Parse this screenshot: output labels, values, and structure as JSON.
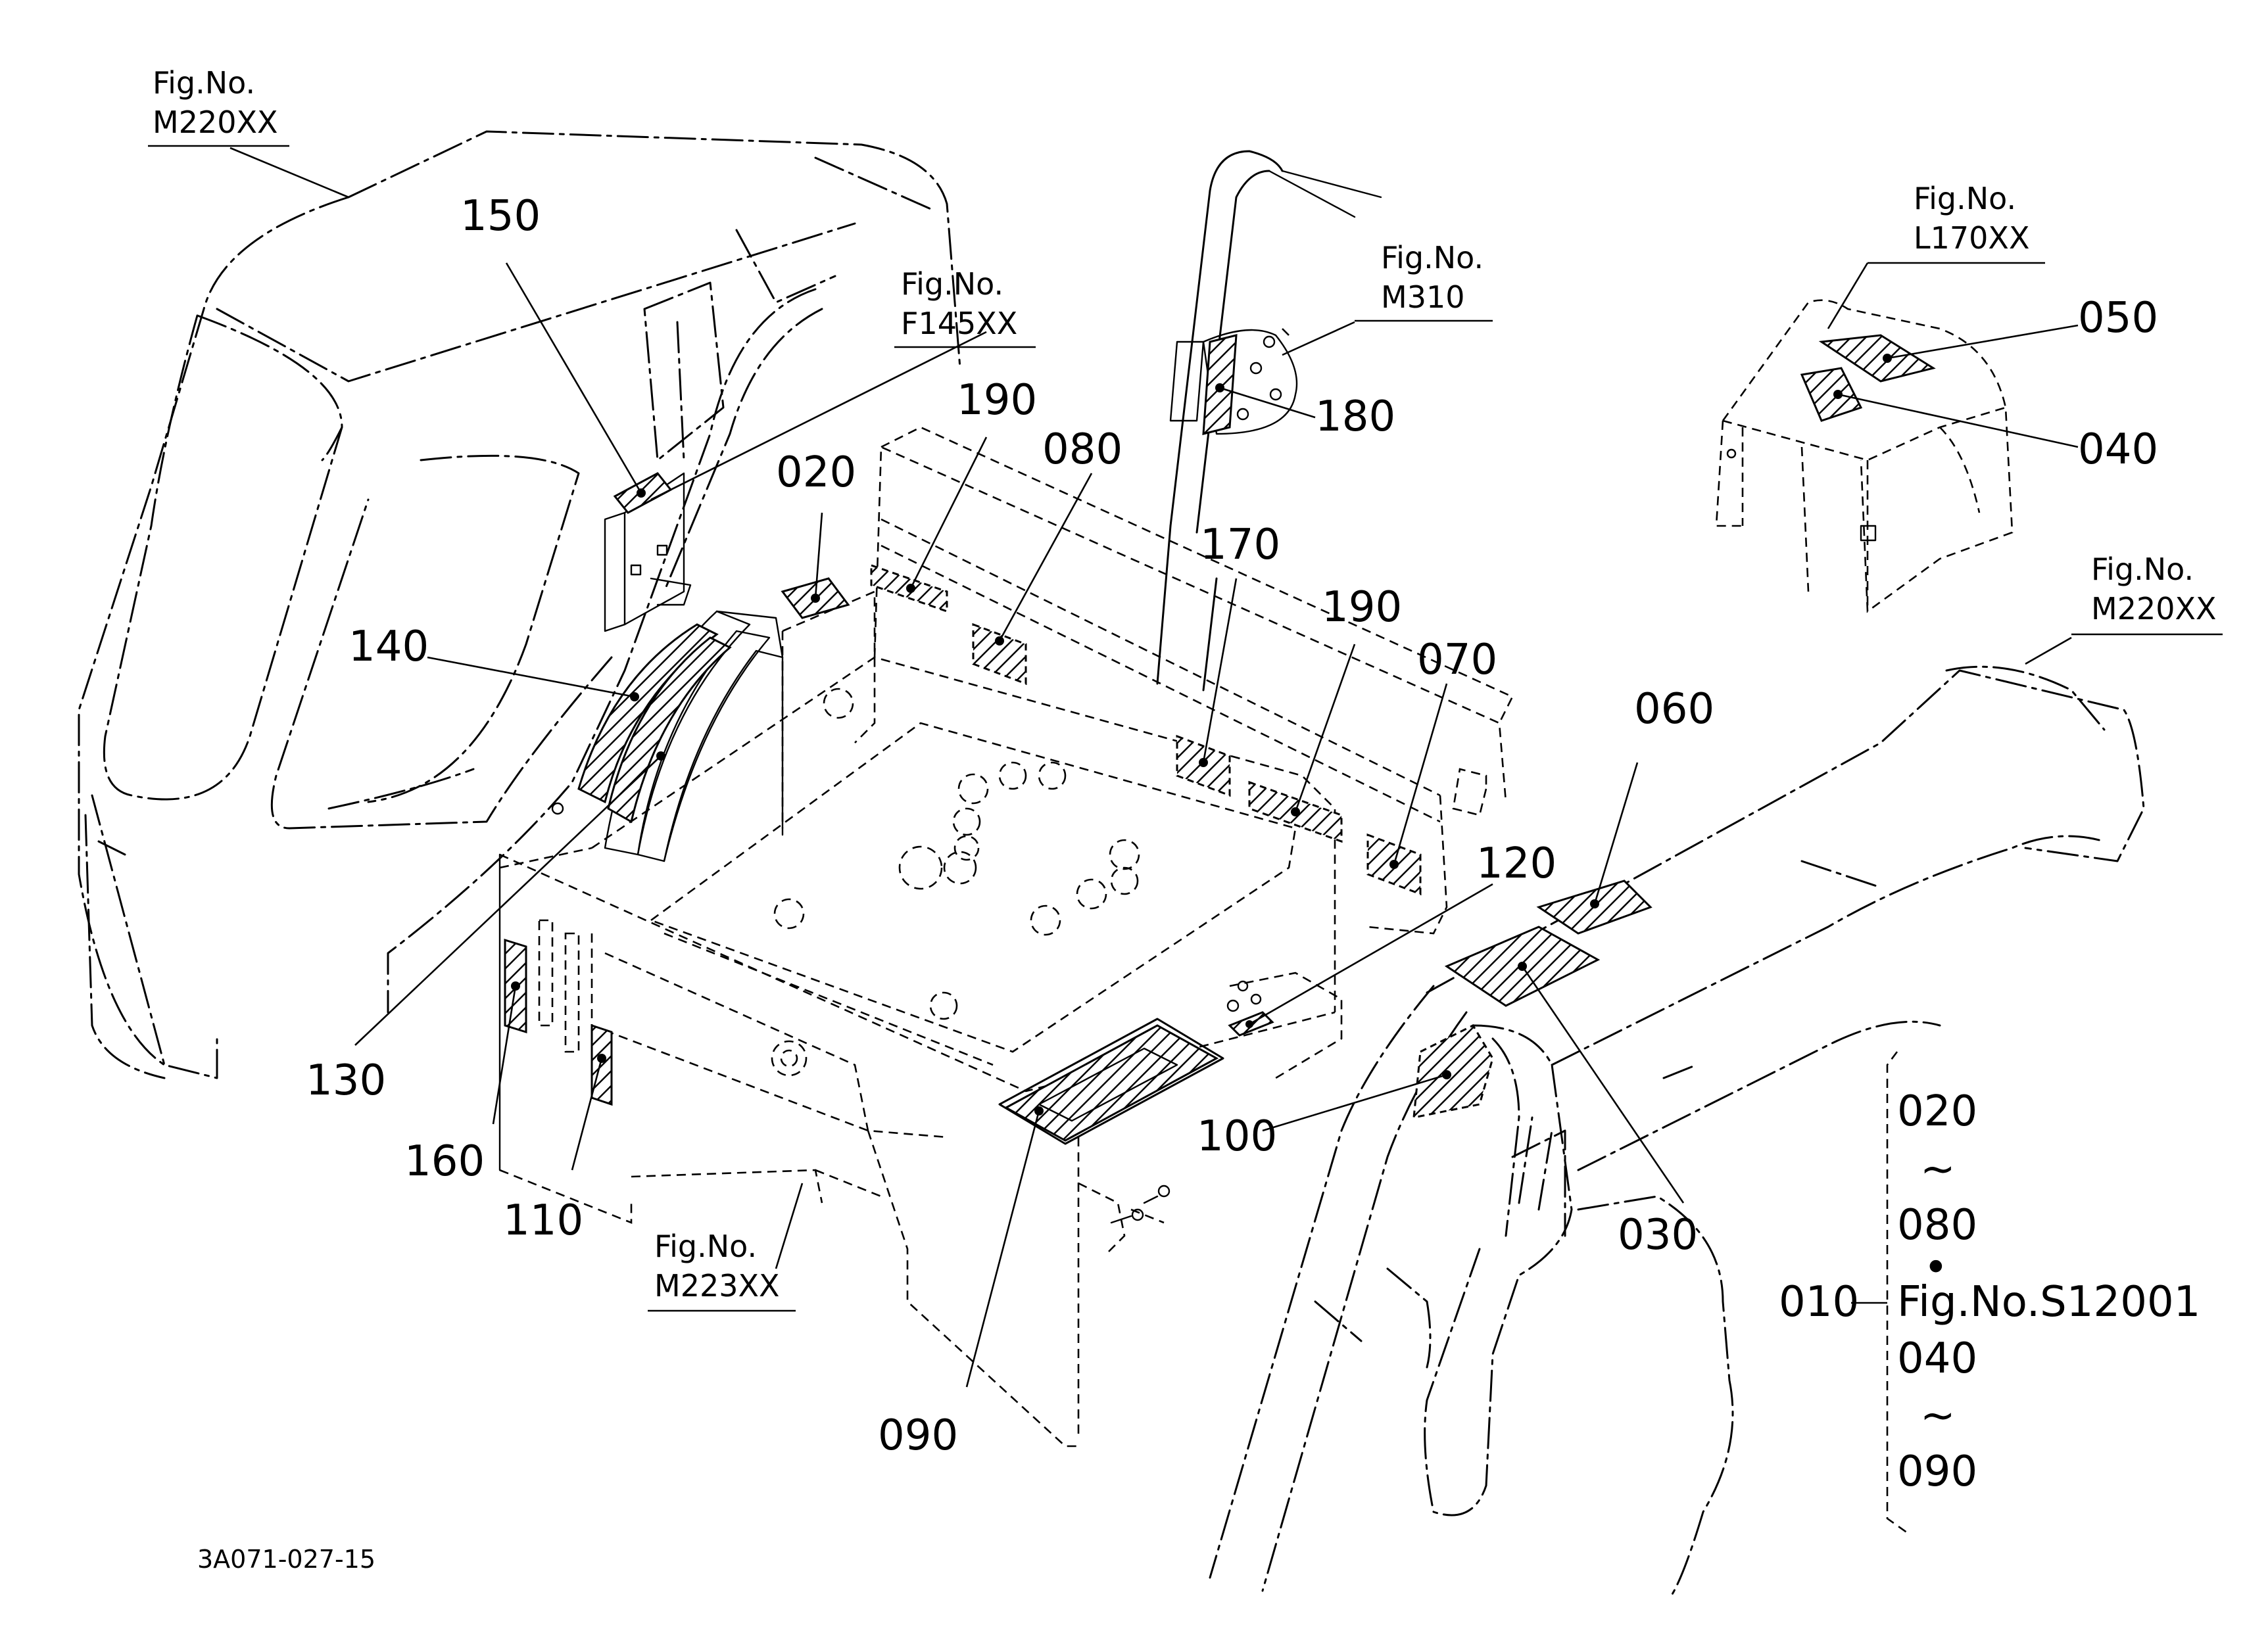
{
  "part_numbers": {
    "p150": "150",
    "p140": "140",
    "p130": "130",
    "p160": "160",
    "p110": "110",
    "p020": "020",
    "p190a": "190",
    "p080": "080",
    "p180": "180",
    "p170": "170",
    "p190b": "190",
    "p070": "070",
    "p050": "050",
    "p040": "040",
    "p060": "060",
    "p120": "120",
    "p100": "100",
    "p030": "030",
    "p090": "090"
  },
  "fig_refs": {
    "top_left": {
      "line1": "Fig.No.",
      "line2": "M220XX"
    },
    "f145": {
      "line1": "Fig.No.",
      "line2": "F145XX"
    },
    "m310": {
      "line1": "Fig.No.",
      "line2": "M310"
    },
    "l170": {
      "line1": "Fig.No.",
      "line2": "L170XX"
    },
    "right": {
      "line1": "Fig.No.",
      "line2": "M220XX"
    },
    "m223": {
      "line1": "Fig.No.",
      "line2": "M223XX"
    }
  },
  "legend": {
    "parent": "010",
    "item1": "020",
    "tilde1": "~",
    "item2": "080",
    "bullet": "•",
    "fig_ref": "Fig.No.S12001",
    "item3": "040",
    "tilde2": "~",
    "item4": "090"
  },
  "drawing_code": "3A071-027-15"
}
